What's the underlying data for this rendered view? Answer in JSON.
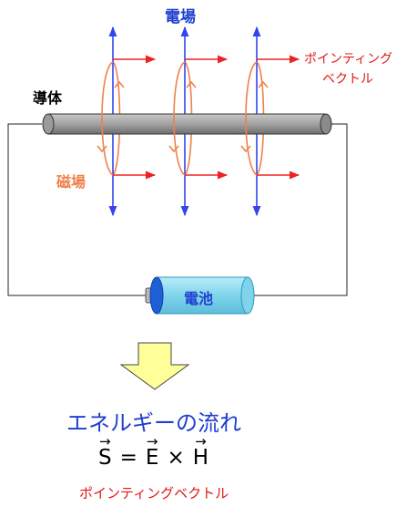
{
  "labels": {
    "electric_field": "電場",
    "poynting_line1": "ポインティング",
    "poynting_line2": "ベクトル",
    "conductor": "導体",
    "magnetic_field": "磁場",
    "battery": "電池",
    "energy_flow": "エネルギーの流れ",
    "poynting_vector": "ポインティングベクトル"
  },
  "equation": {
    "lhs": "S",
    "eq": "=",
    "e": "E",
    "times": "×",
    "h": "H"
  },
  "colors": {
    "electric_field": "#1f3fd1",
    "magnetic_field": "#f0804a",
    "poynting": "#e01818",
    "conductor": "#a8a8a8",
    "battery": "#7fd4ec",
    "down_arrow": "#ffff99"
  },
  "icons": [
    "field-loop-icon",
    "down-arrow-icon"
  ]
}
